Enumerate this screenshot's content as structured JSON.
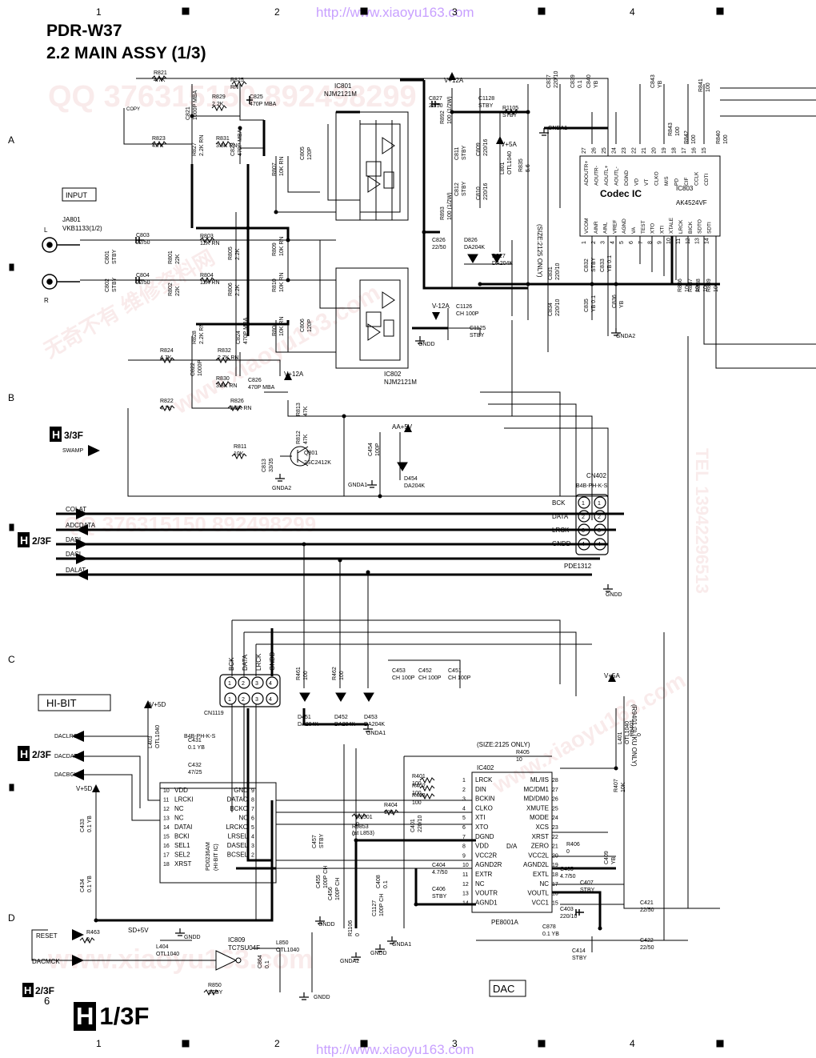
{
  "header": {
    "model": "PDR-W37",
    "section": "2.2 MAIN ASSY (1/3)",
    "url": "http://www.xiaoyu163.com"
  },
  "watermark": {
    "qq": "QQ 376315150 892498299",
    "tel": "TEL 13942296513",
    "site": "www.xiaoyu163.com",
    "cn": "无奇不有 维修资料网"
  },
  "grid": {
    "columns": [
      "1",
      "2",
      "3",
      "4"
    ],
    "rows": [
      "A",
      "B",
      "C",
      "D"
    ],
    "page_number": "6",
    "sheet_ref": "1/3F"
  },
  "blocks": {
    "input": "INPUT",
    "hibit": "HI-BIT",
    "dac": "DAC",
    "codec": "Codec IC"
  },
  "connectors": {
    "h3_ref": "3/3F",
    "swamp": "SWAMP",
    "h2_ref": "2/3F",
    "adc_signals": [
      "COLAT",
      "ADCDATA",
      "DADI",
      "DACL",
      "DALAT"
    ],
    "dac_signals": [
      "DACLRCK",
      "DACDATA",
      "DACBCK"
    ],
    "reset": "RESET",
    "dacmck": "DACMCK",
    "ja801": "JA801",
    "ja801_part": "VKB1133(1/2)",
    "ja801_l": "L",
    "ja801_r": "R",
    "cn402": "CN402",
    "cn402_type": "B4B-PH-K-S",
    "cn402_pins": [
      "BCK",
      "DATA",
      "LRCK",
      "GNDD"
    ],
    "cn402_part": "PDE1312",
    "cn1119": "CN1119",
    "cn1119_type": "B4B-PH-K-S",
    "cn1119_pins": [
      "BCK",
      "DATA",
      "LRCK",
      "GNDD"
    ],
    "copy": "COPY"
  },
  "ics": {
    "ic801": {
      "ref": "IC801",
      "part": "NJM2121M"
    },
    "ic802": {
      "ref": "IC802",
      "part": "NJM2121M"
    },
    "ic803": {
      "ref": "IC803",
      "part": "AK4524VF",
      "pins_top": [
        "ADOUTR+",
        "AOUTR-",
        "AOUTL+",
        "AOUTL-",
        "DGND",
        "VD",
        "VT",
        "CLKO",
        "M/S",
        "PD",
        "CIF",
        "CCLK",
        "CDTI"
      ],
      "pins_top_num": [
        "27",
        "26",
        "25",
        "24",
        "23",
        "22",
        "21",
        "20",
        "19",
        "18",
        "17",
        "16",
        "15"
      ],
      "pins_bot": [
        "VCOM",
        "AINR",
        "AINL",
        "VREF",
        "AGND",
        "VA",
        "TEST",
        "XTO",
        "XTI",
        "XTALE",
        "LRCK",
        "BICK",
        "SDTO",
        "SDTI"
      ],
      "pins_bot_num": [
        "1",
        "2",
        "3",
        "4",
        "5",
        "6",
        "7",
        "8",
        "9",
        "10",
        "11",
        "12",
        "13",
        "14"
      ]
    },
    "ic402": {
      "ref": "IC402",
      "part": "PE8001A",
      "note": "(SIZE:2125 ONLY)",
      "center": "D/A",
      "left": [
        "LRCK",
        "DIN",
        "BCKIN",
        "CLKO",
        "XTI",
        "XTO",
        "DGND",
        "VDD",
        "VCC2R",
        "AGND2R",
        "EXTR",
        "NC",
        "VOUTR",
        "AGND1"
      ],
      "left_num": [
        "1",
        "2",
        "3",
        "4",
        "5",
        "6",
        "7",
        "8",
        "9",
        "10",
        "11",
        "12",
        "13",
        "14"
      ],
      "right": [
        "ML/IIS",
        "MC/DM1",
        "MD/DM0",
        "XMUTE",
        "MODE",
        "XCS",
        "XRST",
        "ZERO",
        "VCC2L",
        "AGND2L",
        "EXTL",
        "NC",
        "VOUTL",
        "VCC1"
      ],
      "right_num": [
        "28",
        "27",
        "26",
        "25",
        "24",
        "23",
        "22",
        "21",
        "20",
        "19",
        "18",
        "17",
        "16",
        "15"
      ]
    },
    "pd0": {
      "ref": "PD0236AM",
      "sub": "(HI-BIT IC)",
      "left": [
        "VDD",
        "LRCKI",
        "NC",
        "NC",
        "DATAI",
        "BCKI",
        "SEL1",
        "SEL2",
        "XRST"
      ],
      "left_num": [
        "10",
        "11",
        "12",
        "13",
        "14",
        "15",
        "16",
        "17",
        "18"
      ],
      "right": [
        "GND",
        "DATAO",
        "BCKO",
        "NC",
        "LRCKO",
        "LRSEL",
        "DASEL",
        "BCSEL"
      ],
      "right_num": [
        "9",
        "8",
        "7",
        "6",
        "5",
        "4",
        "3",
        "2"
      ]
    },
    "ic809": {
      "ref": "IC809",
      "part": "TC7SU04F"
    },
    "q801": {
      "ref": "Q801",
      "part": "2SC2412K"
    }
  },
  "components": [
    {
      "ref": "R821",
      "value": "4.7K"
    },
    {
      "ref": "R825",
      "value": "RN"
    },
    {
      "ref": "R829",
      "value": "2.2K"
    },
    {
      "ref": "C825",
      "value": "470P MBA"
    },
    {
      "ref": "C821",
      "value": "1000P MBA"
    },
    {
      "ref": "R823",
      "value": "4.7K"
    },
    {
      "ref": "R831",
      "value": "3.3K RN"
    },
    {
      "ref": "R827",
      "value": "2.2K RN"
    },
    {
      "ref": "C823",
      "value": "470P MBA"
    },
    {
      "ref": "R807",
      "value": "10K RN"
    },
    {
      "ref": "C805",
      "value": "120P"
    },
    {
      "ref": "C827",
      "value": "22/50"
    },
    {
      "ref": "R892",
      "value": "100 (1/2W)"
    },
    {
      "ref": "C811",
      "value": "STBY"
    },
    {
      "ref": "C809",
      "value": "220/16"
    },
    {
      "ref": "C812",
      "value": "STBY"
    },
    {
      "ref": "C810",
      "value": "220/16"
    },
    {
      "ref": "R893",
      "value": "100 (1/2W)"
    },
    {
      "ref": "C1128",
      "value": "STBY"
    },
    {
      "ref": "R1105",
      "value": "STBY"
    },
    {
      "ref": "R835",
      "value": "5.6"
    },
    {
      "ref": "L801",
      "value": "OTL1040"
    },
    {
      "ref": "C837",
      "value": "220/10"
    },
    {
      "ref": "C839",
      "value": "0.1"
    },
    {
      "ref": "C840",
      "value": "YB"
    },
    {
      "ref": "C843",
      "value": "YB"
    },
    {
      "ref": "R841",
      "value": "100"
    },
    {
      "ref": "R840",
      "value": "100"
    },
    {
      "ref": "R842",
      "value": "100"
    },
    {
      "ref": "R843",
      "value": "100"
    },
    {
      "ref": "C803",
      "value": "22/50"
    },
    {
      "ref": "C801",
      "value": "STBY"
    },
    {
      "ref": "C802",
      "value": "STBY"
    },
    {
      "ref": "R801",
      "value": "22K"
    },
    {
      "ref": "R802",
      "value": "22K"
    },
    {
      "ref": "R803",
      "value": "12K RN"
    },
    {
      "ref": "R804",
      "value": "12K RN"
    },
    {
      "ref": "C804",
      "value": "22/50"
    },
    {
      "ref": "R805",
      "value": "2.2K"
    },
    {
      "ref": "R806",
      "value": "2.2K"
    },
    {
      "ref": "R809",
      "value": "10K RN"
    },
    {
      "ref": "R810",
      "value": "10K RN"
    },
    {
      "ref": "C826",
      "value": "22/50"
    },
    {
      "ref": "D826",
      "value": "DA204K"
    },
    {
      "ref": "D827",
      "value": "DA204K"
    },
    {
      "ref": "C831",
      "value": "220/10"
    },
    {
      "ref": "C832",
      "value": "STBY"
    },
    {
      "ref": "C833",
      "value": "YB 0.1"
    },
    {
      "ref": "C834",
      "value": "220/10"
    },
    {
      "ref": "C835",
      "value": "YB 0.1"
    },
    {
      "ref": "C836",
      "value": "YB"
    },
    {
      "ref": "R836",
      "value": "100"
    },
    {
      "ref": "R837",
      "value": "100"
    },
    {
      "ref": "R838",
      "value": "100"
    },
    {
      "ref": "R839",
      "value": "100"
    },
    {
      "ref": "C1126",
      "value": "CH 100P"
    },
    {
      "ref": "C1125",
      "value": "STBY"
    },
    {
      "ref": "R828",
      "value": "2.2K RN"
    },
    {
      "ref": "C824",
      "value": "470P MBA"
    },
    {
      "ref": "R808",
      "value": "10K RN"
    },
    {
      "ref": "C806",
      "value": "120P"
    },
    {
      "ref": "R824",
      "value": "4.7K"
    },
    {
      "ref": "R832",
      "value": "2.7K RN"
    },
    {
      "ref": "C822",
      "value": "1000P"
    },
    {
      "ref": "R830",
      "value": "3.3K RN"
    },
    {
      "ref": "C826b",
      "value": "470P MBA"
    },
    {
      "ref": "R822",
      "value": "4.7K"
    },
    {
      "ref": "R826",
      "value": "2.2K RN"
    },
    {
      "ref": "R813",
      "value": "47K"
    },
    {
      "ref": "R812",
      "value": "47K"
    },
    {
      "ref": "R811",
      "value": "10K"
    },
    {
      "ref": "C813",
      "value": "33/35"
    },
    {
      "ref": "C454",
      "value": "100P"
    },
    {
      "ref": "D454",
      "value": "DA204K"
    },
    {
      "ref": "R461",
      "value": "100"
    },
    {
      "ref": "R462",
      "value": "100"
    },
    {
      "ref": "C453",
      "value": "CH 100P"
    },
    {
      "ref": "C452",
      "value": "CH 100P"
    },
    {
      "ref": "C451",
      "value": "CH 100P"
    },
    {
      "ref": "D451",
      "value": "DA204K"
    },
    {
      "ref": "D452",
      "value": "DA204K"
    },
    {
      "ref": "D453",
      "value": "DA204K"
    },
    {
      "ref": "L403",
      "value": "OTL1040"
    },
    {
      "ref": "C431",
      "value": "0.1 YB"
    },
    {
      "ref": "C432",
      "value": "47/25"
    },
    {
      "ref": "C433",
      "value": "0.1 YB"
    },
    {
      "ref": "C434",
      "value": "0.1 YB"
    },
    {
      "ref": "R401",
      "value": "100"
    },
    {
      "ref": "R402",
      "value": "100"
    },
    {
      "ref": "R403",
      "value": "100"
    },
    {
      "ref": "R405",
      "value": "10"
    },
    {
      "ref": "R1501",
      "value": "0"
    },
    {
      "ref": "R404",
      "value": "100"
    },
    {
      "ref": "R9853",
      "value": "0"
    },
    {
      "ref": "C457",
      "value": "STBY"
    },
    {
      "ref": "C455",
      "value": "100P CH"
    },
    {
      "ref": "C456",
      "value": "100P CH"
    },
    {
      "ref": "C401",
      "value": "220/10"
    },
    {
      "ref": "C408",
      "value": "0.1"
    },
    {
      "ref": "C404",
      "value": "4.7/50"
    },
    {
      "ref": "C406",
      "value": "STBY"
    },
    {
      "ref": "R406",
      "value": "0"
    },
    {
      "ref": "C405",
      "value": "4.7/50"
    },
    {
      "ref": "C407",
      "value": "STBY"
    },
    {
      "ref": "C409",
      "value": "YB"
    },
    {
      "ref": "C403",
      "value": "220/10"
    },
    {
      "ref": "C878",
      "value": "0.1 YB"
    },
    {
      "ref": "C414",
      "value": "STBY"
    },
    {
      "ref": "C421",
      "value": "22/50"
    },
    {
      "ref": "C422",
      "value": "22/50"
    },
    {
      "ref": "L401",
      "value": "OTL1040"
    },
    {
      "ref": "R407",
      "value": "10K"
    },
    {
      "ref": "R9401",
      "value": "0"
    },
    {
      "ref": "R1106",
      "value": "0"
    },
    {
      "ref": "C1127",
      "value": "100P CH"
    },
    {
      "ref": "R463",
      "value": "0"
    },
    {
      "ref": "L404",
      "value": "OTL1040"
    },
    {
      "ref": "R850",
      "value": "STBY"
    },
    {
      "ref": "C864",
      "value": "0.1"
    },
    {
      "ref": "L850",
      "value": "OTL1040"
    }
  ],
  "supplies": {
    "v12a": "V+12A",
    "v12a_neg": "V-12A",
    "v5a": "V+5A",
    "aa5v": "AA+5V",
    "v5d": "V+5D",
    "sd5v": "SD+5V",
    "gnda1": "GNDA1",
    "gnda2": "GNDA2",
    "gndd": "GNDD"
  },
  "notes": {
    "size": "(SIZE:2125 ONLY)",
    "ku_only": "(R9401:0) (KU ONLY)",
    "at_l853": "(at L853)"
  }
}
